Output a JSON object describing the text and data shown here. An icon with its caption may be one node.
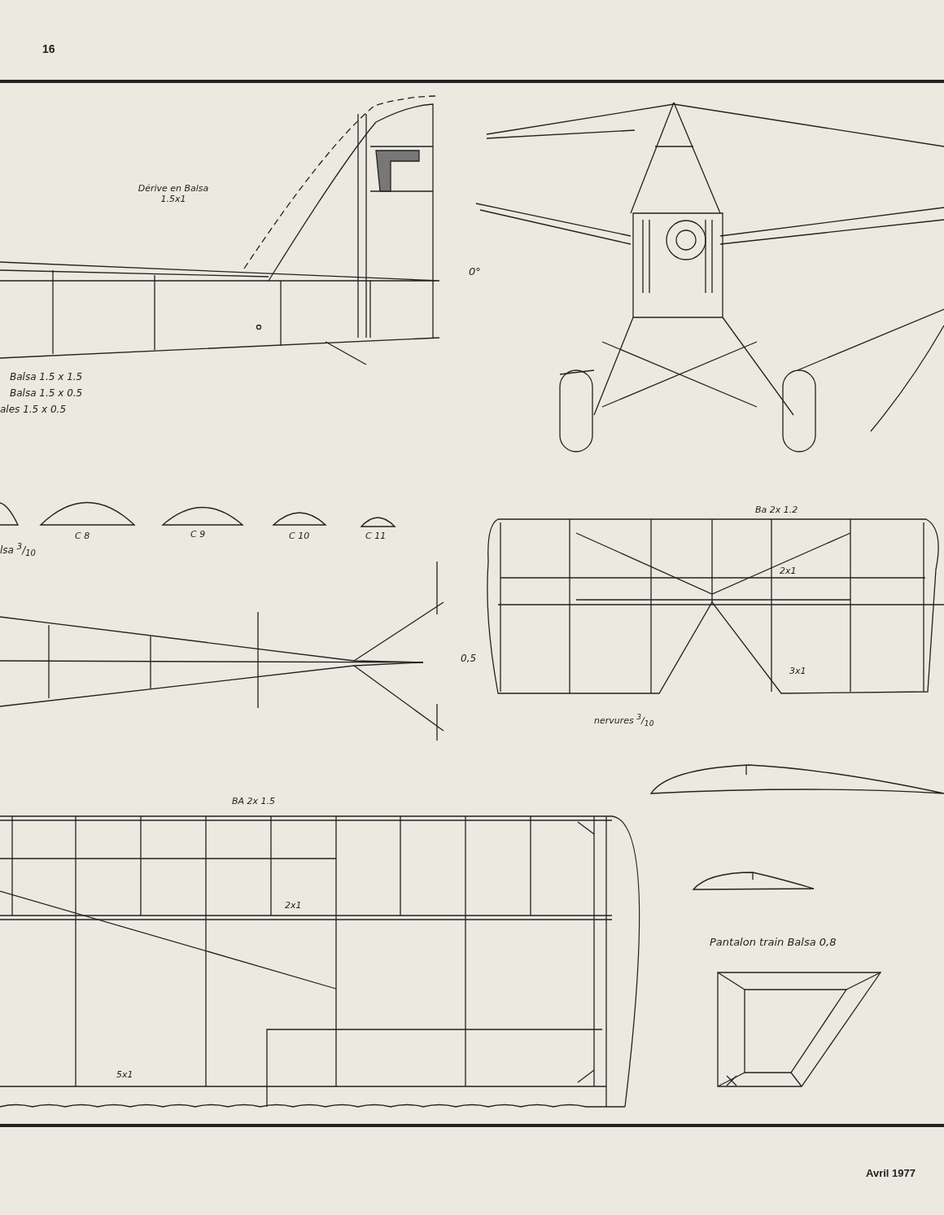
{
  "diagram": {
    "labels": [
      "16",
      "Dérive en Balsa 1.5x1",
      "0°",
      "Balsa 1.5 x 1.5",
      "Balsa 1.5 x 0.5",
      "ales 1.5 x 0.5",
      "lsa $^{3}$/$_{10}$",
      "C 8",
      "C 9",
      "C 10",
      "C 11",
      "0,5",
      "Ba 2x 1.2",
      "2x1",
      "3x1",
      "nervures $^{3}$/$_{10}$",
      "BA 2x 1.5",
      "2x1",
      "5x1",
      "Pantalon train Balsa 0,8",
      "Avril 1977"
    ]
  }
}
